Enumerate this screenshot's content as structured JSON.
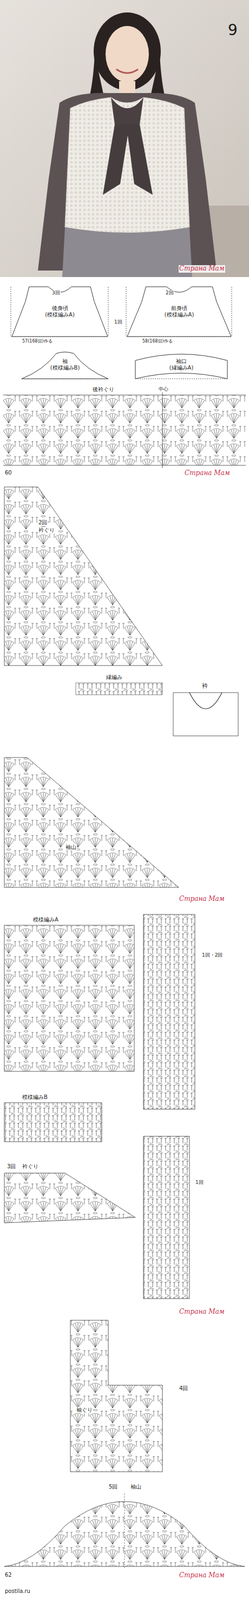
{
  "diagram": {
    "nodes": [
      {
        "text": [
          "後身頃",
          "(模様編みA)"
        ]
      },
      {
        "text": [
          "前身頃",
          "(模様編みA)"
        ]
      },
      {
        "text": [
          "袖",
          "(模様編みB)"
        ]
      },
      {
        "text": [
          "袖口",
          "(縁編みA)"
        ]
      }
    ],
    "labels": [
      "9",
      "Страна Мам",
      "57(168目)作る",
      "58(168目)作る",
      "3回",
      "2回",
      "1回",
      "後衿ぐり",
      "中心",
      "60",
      "Страна Мам",
      "2回",
      "衿ぐり",
      "縁編み",
      "衿",
      "袖山",
      "Страна Мам",
      "模様編みA",
      "1回・2回",
      "模様編みB",
      "3回",
      "衿ぐり",
      "1回",
      "Страна Мам",
      "4回",
      "袖ぐり",
      "5回",
      "袖山",
      "62",
      "Страна Мам",
      "postila.ru"
    ]
  }
}
